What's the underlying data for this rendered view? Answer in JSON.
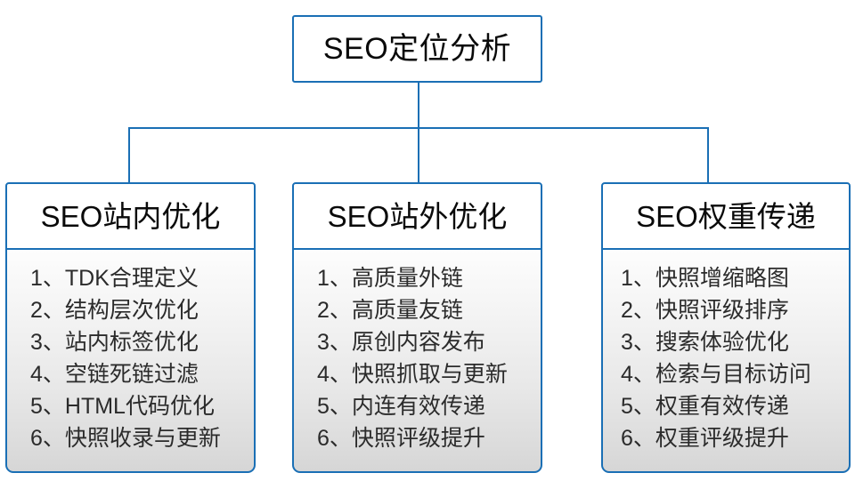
{
  "diagram": {
    "title": "SEO定位分析",
    "root": {
      "label": "SEO定位分析"
    },
    "branches": [
      {
        "header": "SEO站内优化",
        "items": [
          "1、TDK合理定义",
          "2、结构层次优化",
          "3、站内标签优化",
          "4、空链死链过滤",
          "5、HTML代码优化",
          "6、快照收录与更新"
        ]
      },
      {
        "header": "SEO站外优化",
        "items": [
          "1、高质量外链",
          "2、高质量友链",
          "3、原创内容发布",
          "4、快照抓取与更新",
          "5、内连有效传递",
          "6、快照评级提升"
        ]
      },
      {
        "header": "SEO权重传递",
        "items": [
          "1、快照增缩略图",
          "2、快照评级排序",
          "3、搜索体验优化",
          "4、检索与目标访问",
          "5、权重有效传递",
          "6、权重评级提升"
        ]
      }
    ],
    "colors": {
      "border": "#1a6fb5",
      "connector": "#1a6fb5",
      "header_background": "#ffffff",
      "body_gradient_top": "#fdfdfd",
      "body_gradient_bottom": "#d6d6d6",
      "header_text": "#0a0a0a",
      "item_text": "#2b2b2b",
      "page_background": "#ffffff"
    }
  }
}
